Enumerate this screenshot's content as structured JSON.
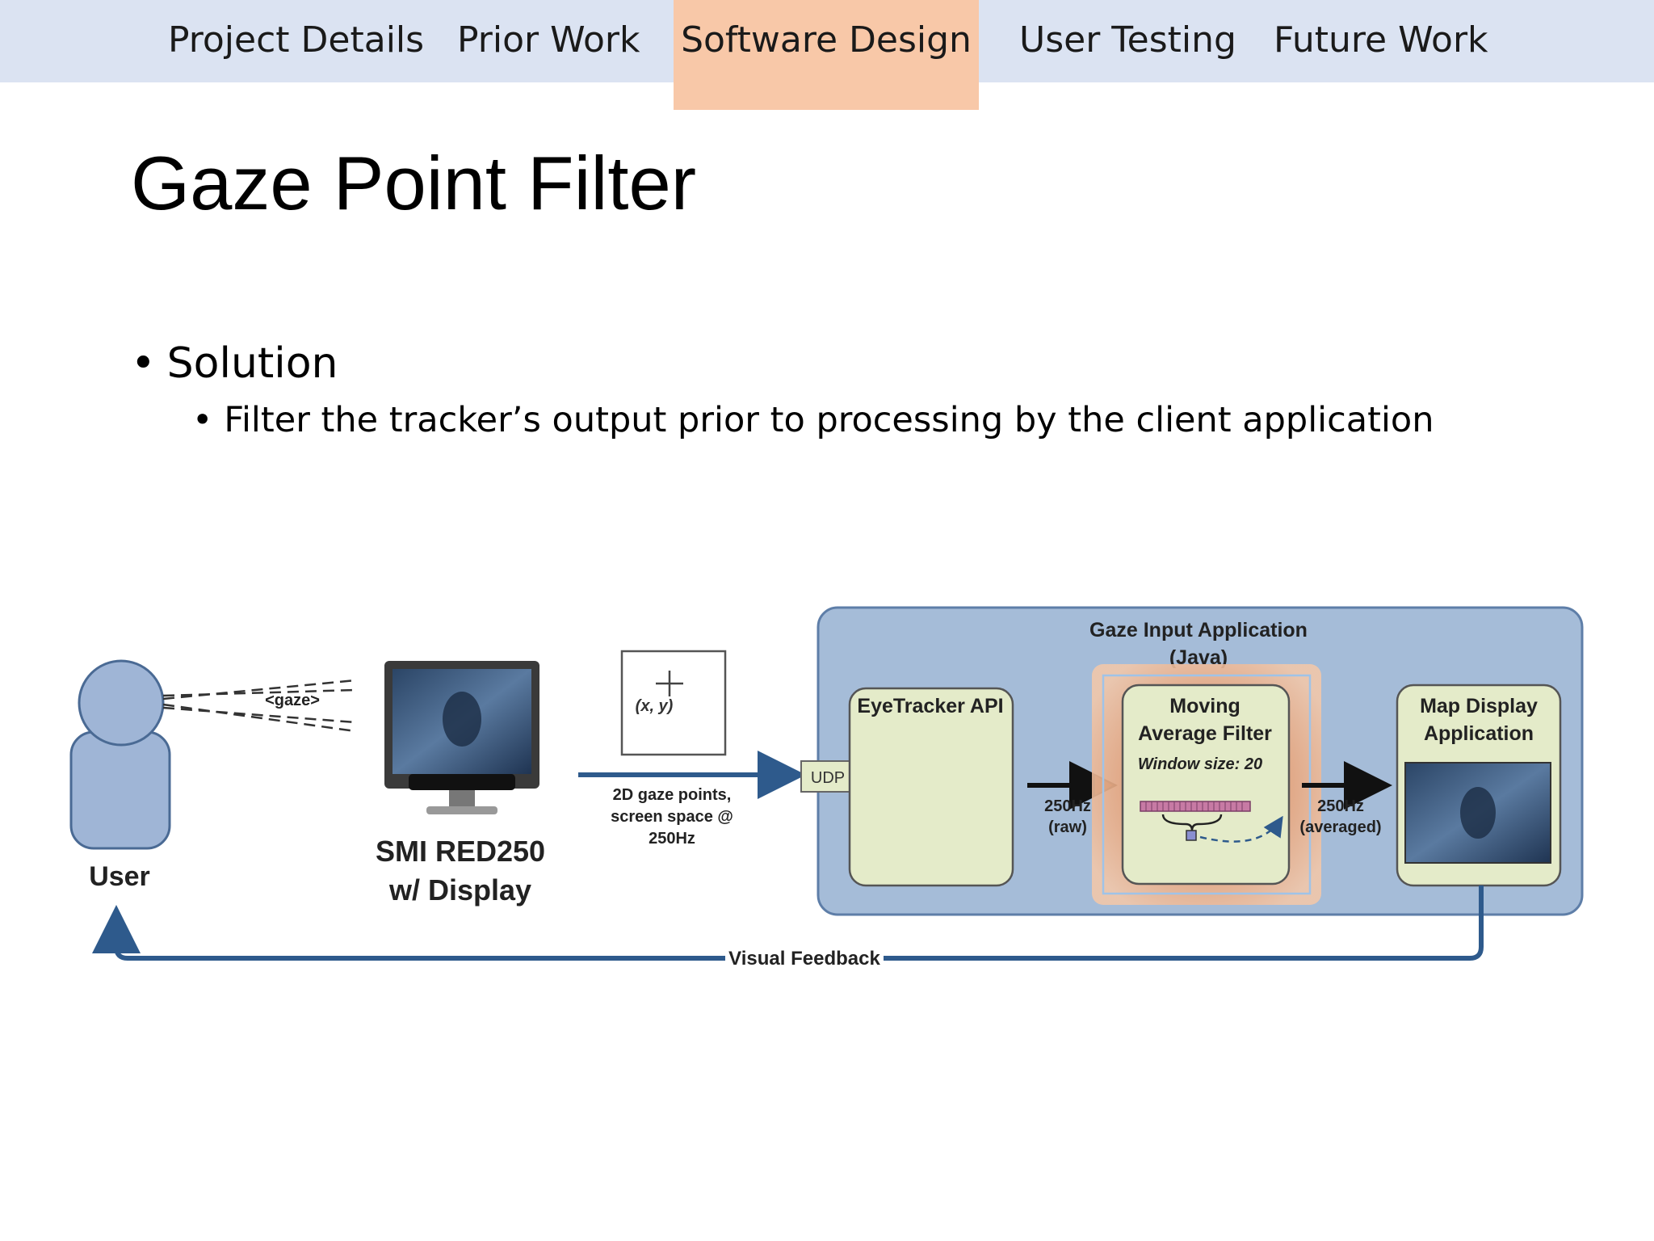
{
  "nav": {
    "tabs": [
      {
        "label": "Project Details",
        "active": false
      },
      {
        "label": "Prior Work",
        "active": false
      },
      {
        "label": "Software Design",
        "active": true
      },
      {
        "label": "User Testing",
        "active": false
      },
      {
        "label": "Future Work",
        "active": false
      }
    ],
    "active_color": "#f8c8a8",
    "bar_color": "#dbe3f2"
  },
  "slide": {
    "title": "Gaze Point Filter",
    "bullet_level1": "Solution",
    "bullet_level2": "Filter the tracker’s output prior to processing by the client application"
  },
  "diagram": {
    "user_label": "User",
    "gaze_label": "<gaze>",
    "device_label_line1": "SMI RED250",
    "device_label_line2": "w/ Display",
    "point_label": "(x, y)",
    "stream_label_line1": "2D gaze points,",
    "stream_label_line2": "screen space @",
    "stream_label_line3": "250Hz",
    "udp_label": "UDP",
    "app_title_line1": "Gaze Input Application",
    "app_title_line2": "(Java)",
    "eyetracker_label": "EyeTracker API",
    "filter_label_line1": "Moving",
    "filter_label_line2": "Average Filter",
    "window_label": "Window size: 20",
    "raw_rate_line1": "250Hz",
    "raw_rate_line2": "(raw)",
    "avg_rate_line1": "250Hz",
    "avg_rate_line2": "(averaged)",
    "map_label_line1": "Map Display",
    "map_label_line2": "Application",
    "feedback_label": "Visual Feedback",
    "colors": {
      "app_bg": "#a5bcd8",
      "module_bg": "#e4ebc9",
      "filter_glow": "#e3a07a",
      "arrow_blue": "#2e5a8c",
      "user_fill": "#9fb5d6"
    }
  }
}
